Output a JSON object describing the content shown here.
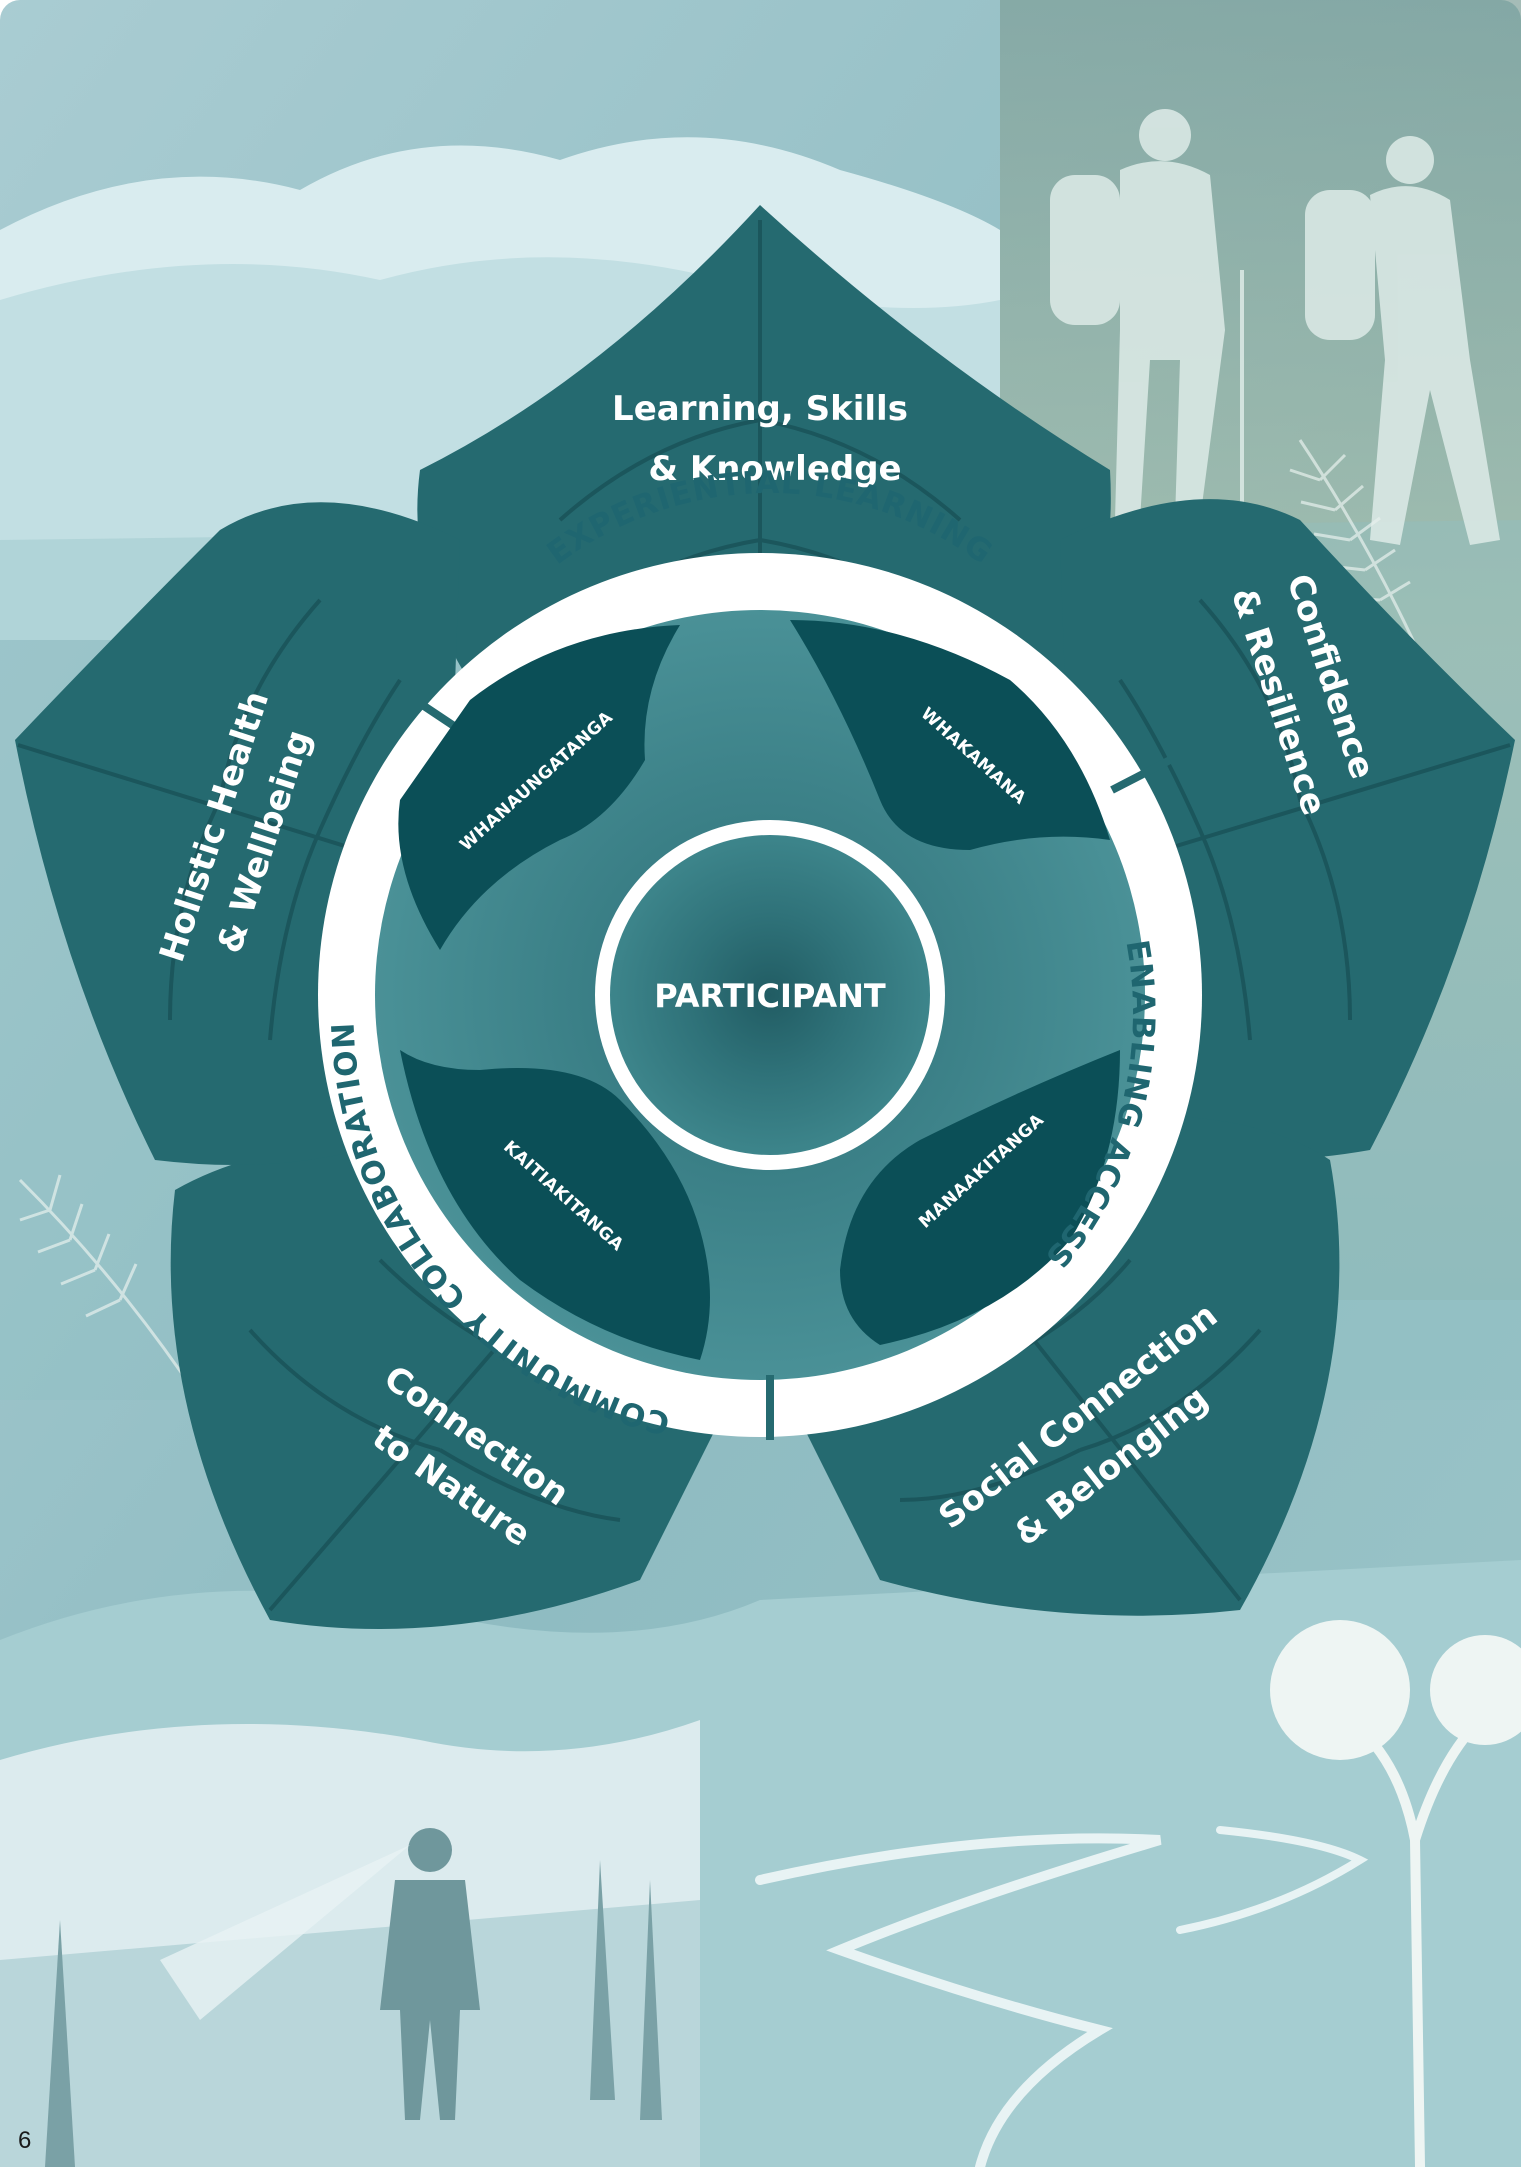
{
  "page_number": "6",
  "center": {
    "label": "PARTICIPANT"
  },
  "ring": {
    "experiential": "EXPERIENTIAL LEARNING",
    "enabling": "ENABLING ACCESS",
    "community": "COMMUNITY COLLABORATION"
  },
  "values": {
    "whanaungatanga": "WHANAUNGATANGA",
    "whakamana": "WHAKAMANA",
    "kaitiakitanga": "KAITIAKITANGA",
    "manaakitanga": "MANAAKITANGA"
  },
  "leaves": {
    "learning": {
      "line1": "Learning, Skills",
      "line2": "& Knowledge"
    },
    "confidence": {
      "line1": "Confidence",
      "line2": "& Resilience"
    },
    "social": {
      "line1": "Social Connection",
      "line2": "& Belonging"
    },
    "nature": {
      "line1": "Connection",
      "line2": "to Nature"
    },
    "holistic": {
      "line1": "Holistic Health",
      "line2": "& Wellbeing"
    }
  },
  "colors": {
    "leaf": "#256a70",
    "leaf_dark": "#1b565c",
    "ring": "#ffffff",
    "ring_text": "#1f6670",
    "value_shape": "#0b4f57",
    "center": "#2a6f76"
  }
}
